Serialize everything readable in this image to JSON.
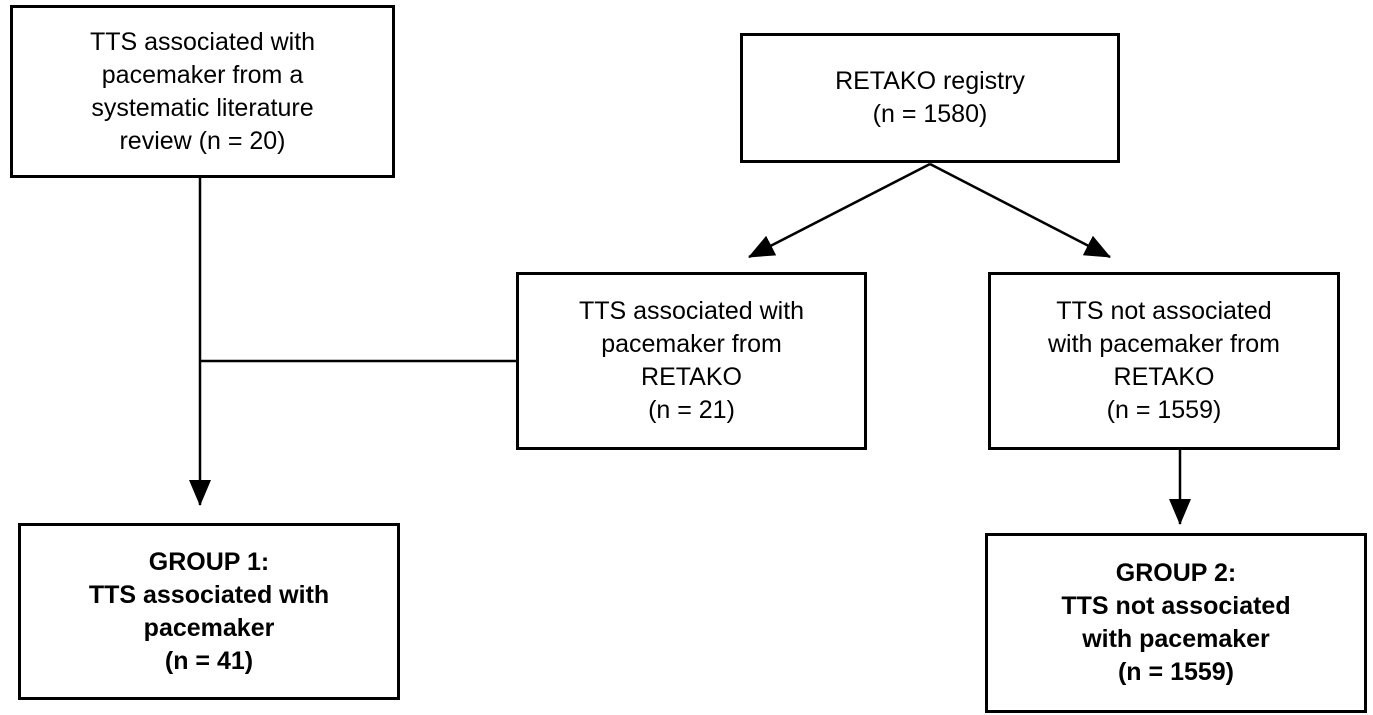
{
  "diagram": {
    "type": "flowchart",
    "colors": {
      "background": "#ffffff",
      "border": "#000000",
      "text": "#000000",
      "line": "#000000"
    },
    "nodes": {
      "literature_review": {
        "lines": [
          "TTS associated with",
          "pacemaker from a",
          "systematic literature",
          "review (n = 20)"
        ],
        "n": 20,
        "bold": false
      },
      "retako_registry": {
        "lines": [
          "RETAKO registry",
          "(n = 1580)"
        ],
        "n": 1580,
        "bold": false
      },
      "tts_pacemaker_retako": {
        "lines": [
          "TTS associated with",
          "pacemaker from",
          "RETAKO",
          "(n = 21)"
        ],
        "n": 21,
        "bold": false
      },
      "tts_not_pacemaker_retako": {
        "lines": [
          "TTS not associated",
          "with pacemaker from",
          "RETAKO",
          "(n = 1559)"
        ],
        "n": 1559,
        "bold": false
      },
      "group1": {
        "lines": [
          "GROUP 1:",
          "TTS associated with",
          "pacemaker",
          "(n = 41)"
        ],
        "n": 41,
        "bold": true
      },
      "group2": {
        "lines": [
          "GROUP 2:",
          "TTS not associated",
          "with pacemaker",
          "(n = 1559)"
        ],
        "n": 1559,
        "bold": true
      }
    },
    "edges": [
      "literature_review -> group1",
      "tts_pacemaker_retako -> group1 (joins literature_review line)",
      "retako_registry -> tts_pacemaker_retako",
      "retako_registry -> tts_not_pacemaker_retako",
      "tts_not_pacemaker_retako -> group2"
    ]
  }
}
